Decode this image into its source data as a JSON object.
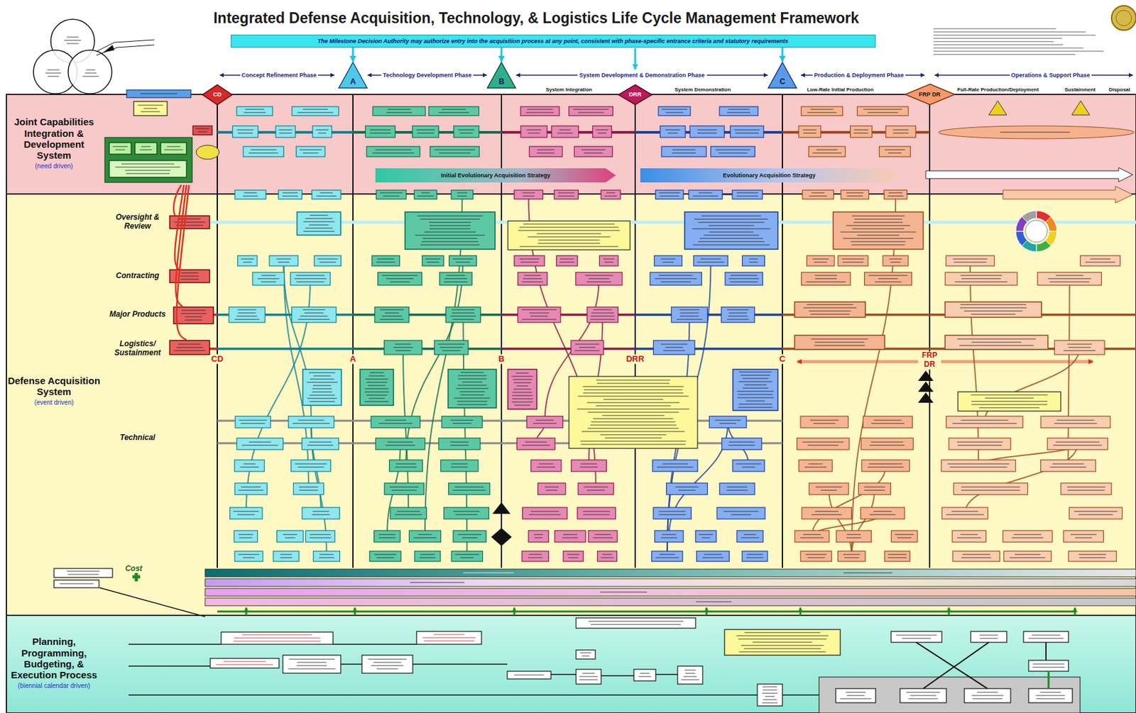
{
  "diagram": {
    "title": "Integrated Defense Acquisition, Technology, & Logistics Life Cycle Management Framework",
    "nodes": [
      {
        "text": [
          "The Milestone Decision Authority may authorize entry into the acquisition process at any point, consistent with phase-specific entrance criteria and statutory requirements"
        ]
      },
      {
        "text": [
          "Joint Capabilities Integration & Development System",
          "(need driven)"
        ]
      },
      {
        "text": [
          "Defense Acquisition System",
          "(event driven)"
        ]
      },
      {
        "text": [
          "Planning, Programming, Budgeting, & Execution Process",
          "(biennial calendar driven)"
        ]
      },
      {
        "text": [
          "CD"
        ]
      },
      {
        "text": [
          "A"
        ]
      },
      {
        "text": [
          "B"
        ]
      },
      {
        "text": [
          "DRR"
        ]
      },
      {
        "text": [
          "C"
        ]
      },
      {
        "text": [
          "FRP DR"
        ]
      },
      {
        "text": [
          "Initial Evolutionary Acquisition Strategy"
        ]
      },
      {
        "text": [
          "Evolutionary Acquisition Strategy"
        ]
      }
    ],
    "edges": [
      {
        "from": 0,
        "to": 5,
        "arrow": "to"
      },
      {
        "from": 0,
        "to": 6,
        "arrow": "to"
      },
      {
        "from": 0,
        "to": 8,
        "arrow": "to"
      },
      {
        "from": 5,
        "to": 6,
        "arrow": "both",
        "label": "Technology Development Phase"
      },
      {
        "from": 6,
        "to": 8,
        "arrow": "both",
        "label": "System Development & Demonstration Phase"
      }
    ],
    "labels": [
      "Concept Refinement Phase",
      "Production & Deployment Phase",
      "Operations & Support Phase",
      "System Integration",
      "System Demonstration",
      "Low-Rate Initial Production",
      "Full-Rate Production/Deployment",
      "Sustainment",
      "Disposal",
      "Oversight & Review",
      "Contracting",
      "Major Products",
      "Logistics/ Sustainment",
      "Technical",
      "CD",
      "A",
      "B",
      "DRR",
      "C",
      "FRP DR",
      "Cost"
    ]
  }
}
